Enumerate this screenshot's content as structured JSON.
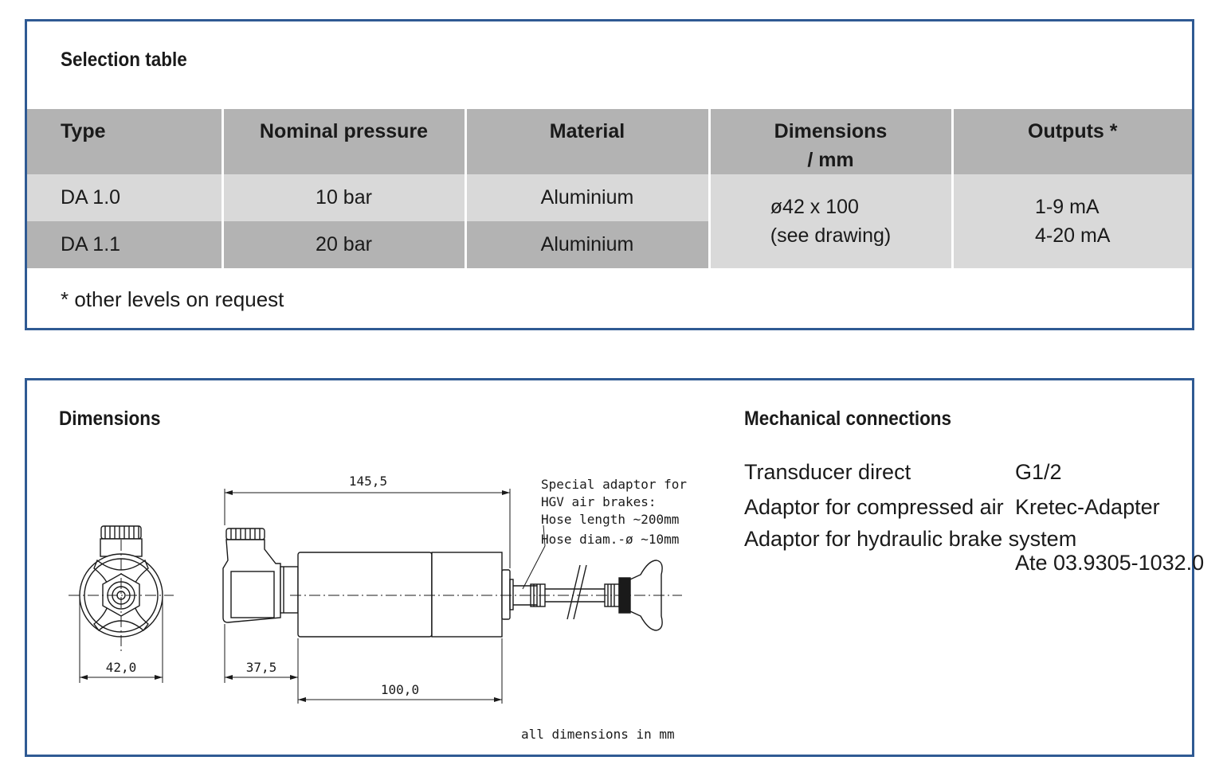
{
  "selection": {
    "title": "Selection table",
    "headers": {
      "type": "Type",
      "pressure": "Nominal pressure",
      "material": "Material",
      "dimensions_line1": "Dimensions",
      "dimensions_line2": "/ mm",
      "outputs": "Outputs *"
    },
    "rows": [
      {
        "type": "DA 1.0",
        "pressure": "10 bar",
        "material": "Aluminium"
      },
      {
        "type": "DA 1.1",
        "pressure": "20 bar",
        "material": "Aluminium"
      }
    ],
    "dimensions_value_line1": "ø42 x 100",
    "dimensions_value_line2": "(see drawing)",
    "outputs_line1": "1-9 mA",
    "outputs_line2": "4-20 mA",
    "footnote": "* other levels on request"
  },
  "dimensions_panel": {
    "title": "Dimensions",
    "drawing": {
      "dim_145": "145,5",
      "dim_42": "42,0",
      "dim_37": "37,5",
      "dim_100": "100,0",
      "note_line1": "Special adaptor for",
      "note_line2": "HGV air brakes:",
      "note_line3": "Hose length ~200mm",
      "note_line4": "Hose diam.-ø ~10mm",
      "units_note": "all dimensions in mm"
    }
  },
  "mechanical": {
    "title": "Mechanical connections",
    "items": [
      {
        "label": "Transducer direct",
        "value": "G1/2"
      },
      {
        "label": "Adaptor for compressed air",
        "value": "Kretec-Adapter"
      },
      {
        "label": "Adaptor for hydraulic brake system",
        "value": "Ate 03.9305-1032.0"
      }
    ]
  },
  "colors": {
    "border": "#2f5a93",
    "header_gray": "#b3b3b3",
    "light_gray": "#d9d9d9"
  }
}
